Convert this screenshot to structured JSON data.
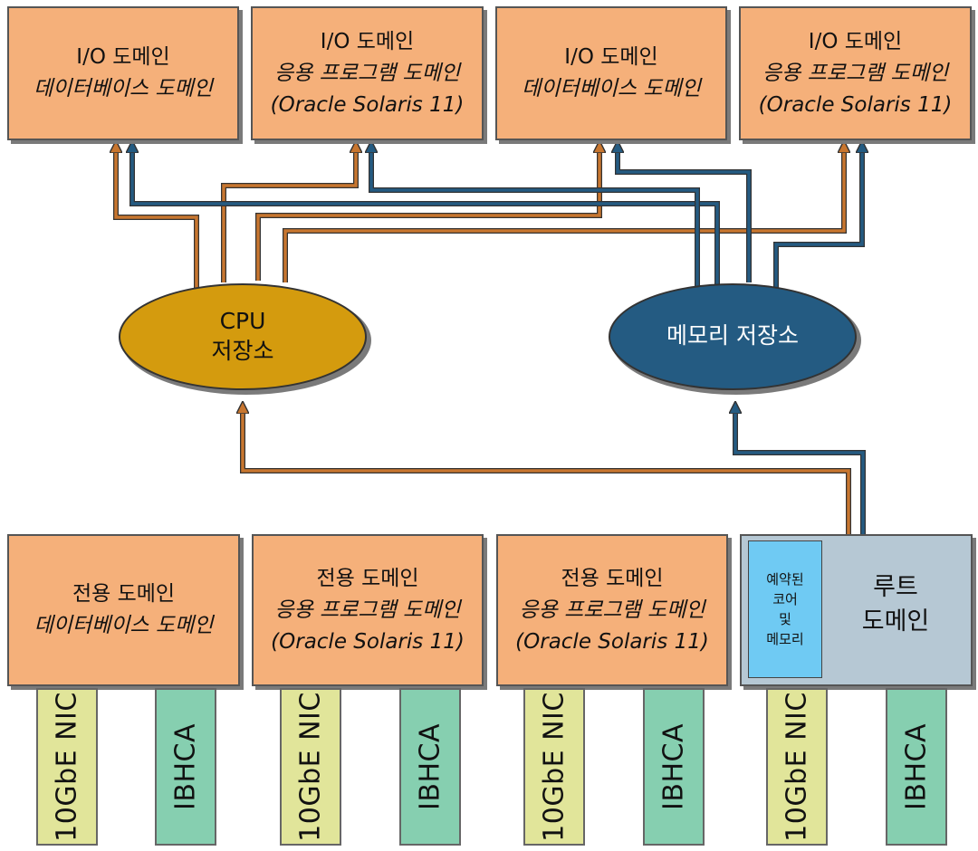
{
  "io_domains": [
    {
      "title": "I/O 도메인",
      "subtitle": [
        "데이터베이스 도메인"
      ]
    },
    {
      "title": "I/O 도메인",
      "subtitle": [
        "응용 프로그램 도메인",
        "(Oracle Solaris 11)"
      ]
    },
    {
      "title": "I/O 도메인",
      "subtitle": [
        "데이터베이스 도메인"
      ]
    },
    {
      "title": "I/O 도메인",
      "subtitle": [
        "응용 프로그램 도메인",
        "(Oracle Solaris 11)"
      ]
    }
  ],
  "dedicated_domains": [
    {
      "title": "전용 도메인",
      "subtitle": [
        "데이터베이스 도메인"
      ]
    },
    {
      "title": "전용 도메인",
      "subtitle": [
        "응용 프로그램 도메인",
        "(Oracle Solaris 11)"
      ]
    },
    {
      "title": "전용 도메인",
      "subtitle": [
        "응용 프로그램 도메인",
        "(Oracle Solaris 11)"
      ]
    }
  ],
  "root_domain": {
    "label": [
      "루트",
      "도메인"
    ],
    "reserved": [
      "예약된",
      "코어",
      "및",
      "메모리"
    ]
  },
  "cpu_repository": {
    "label": [
      "CPU",
      "저장소"
    ]
  },
  "memory_repository": {
    "label": [
      "메모리 저장소"
    ]
  },
  "cards": {
    "nic": "10GbE NIC",
    "hca": "IBHCA"
  },
  "colors": {
    "domain_fill": "#f5b07a",
    "cpu_fill": "#d49b0e",
    "memory_fill": "#245b82",
    "cpu_line": "#c8762f",
    "memory_line": "#245b82",
    "root_fill": "#b6c8d4",
    "reserved_fill": "#6fcaf3",
    "nic_fill": "#e1e59a",
    "hca_fill": "#86cfb0"
  }
}
